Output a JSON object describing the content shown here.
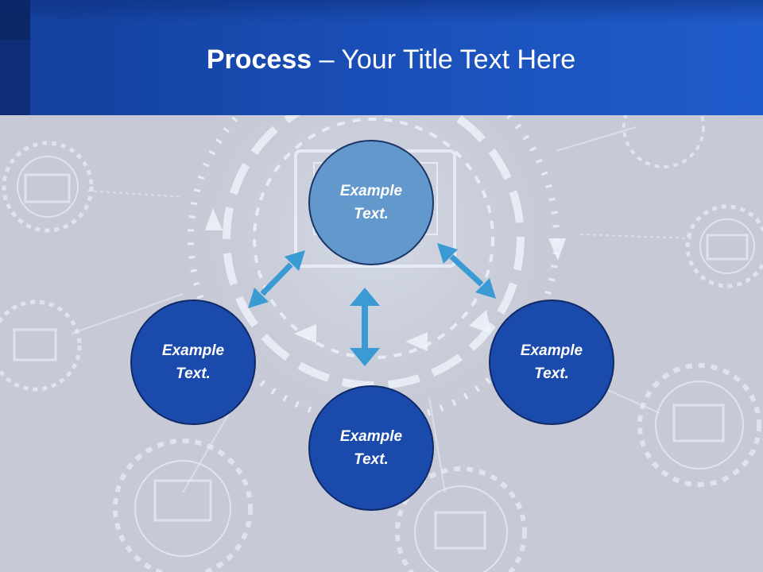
{
  "title": {
    "strong": "Process",
    "rest": " – Your Title Text Here"
  },
  "nodes": {
    "top": "Example Text.",
    "left": "Example Text.",
    "right": "Example Text.",
    "bottom": "Example Text."
  },
  "colors": {
    "header": "#1a4fb8",
    "background": "#c7cad6",
    "circle_light": "#6398cd",
    "circle_dark": "#1a4aab",
    "arrow": "#3a9ad3"
  }
}
